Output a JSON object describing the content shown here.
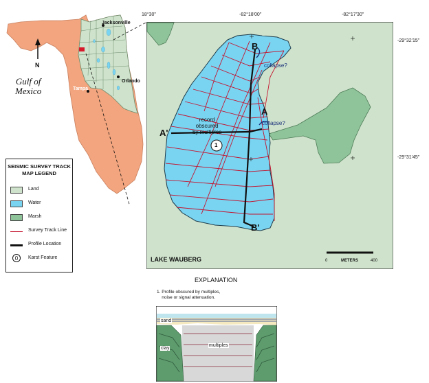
{
  "colors": {
    "land": "#cfe3cc",
    "water": "#79d4f2",
    "marsh": "#8fc49a",
    "florida": "#f2a57e",
    "survey_track": "#c4142e",
    "profile": "#111111",
    "collapse_text": "#1a2f7a"
  },
  "inset": {
    "gulf_label": "Gulf of\nMexico",
    "north_label": "N",
    "cities": [
      "Jacksonville",
      "Orlando",
      "Tampa"
    ]
  },
  "coordinates": {
    "lon_left": "18°30\"",
    "lon_mid": "-82°18'00\"",
    "lon_right": "-82°17'30\"",
    "lat_top": "-29°32'15\"",
    "lat_bottom": "-29°31'45\""
  },
  "map": {
    "title": "LAKE WAUBERG",
    "profile_labels": [
      "A",
      "A'",
      "B",
      "B'"
    ],
    "collapse_labels": [
      "collapse?",
      "collapse?"
    ],
    "obscured_text": "record\nobscured\nby multiples",
    "karst_marker": "1",
    "scale": {
      "min": "0",
      "unit": "METERS",
      "max": "400"
    }
  },
  "legend": {
    "title": "SEISMIC SURVEY TRACK\nMAP LEGEND",
    "items": [
      {
        "label": "Land",
        "symbol": "land"
      },
      {
        "label": "Water",
        "symbol": "water"
      },
      {
        "label": "Marsh",
        "symbol": "marsh"
      },
      {
        "label": "Survey Track Line",
        "symbol": "track"
      },
      {
        "label": "Profile Location",
        "symbol": "profile"
      },
      {
        "label": "Karst Feature",
        "symbol": "karst",
        "marker": "0"
      }
    ]
  },
  "explanation": {
    "title": "EXPLANATION",
    "note": "1. Profile obscured by multiples,\n    noise or signal attenuation.",
    "labels": {
      "sand": "sand",
      "clay": "clay",
      "multiples": "multiples"
    }
  }
}
